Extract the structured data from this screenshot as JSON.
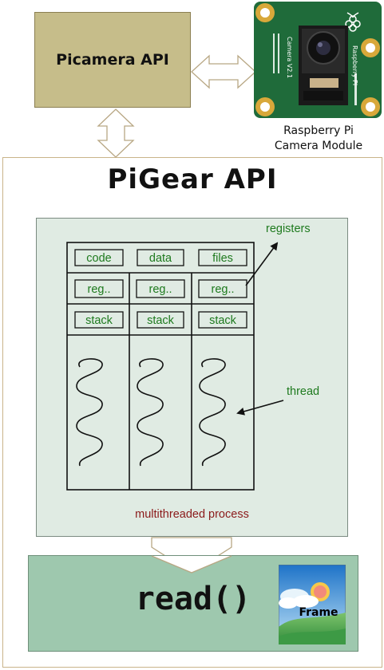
{
  "picamera_api": {
    "label": "Picamera API"
  },
  "camera_module": {
    "board_text": "Raspberry Pi",
    "chip_text": "Camera V2.1",
    "caption_line1": "Raspberry Pi",
    "caption_line2": "Camera Module"
  },
  "pigear": {
    "title": "PiGear API"
  },
  "process": {
    "cells_row1": [
      "code",
      "data",
      "files"
    ],
    "cells_row2": [
      "reg..",
      "reg..",
      "reg.."
    ],
    "cells_row3": [
      "stack",
      "stack",
      "stack"
    ],
    "registers_label": "registers",
    "thread_label": "thread",
    "caption": "multithreaded process"
  },
  "read": {
    "label": "read()",
    "frame_label": "Frame"
  },
  "colors": {
    "picamera_fill": "#c6bd8a",
    "panel_fill": "#e0ebe3",
    "read_fill": "#9ec8ae",
    "label_green": "#1e7a1e",
    "caption_red": "#8b1a1a",
    "board_green": "#1f6b3a"
  }
}
